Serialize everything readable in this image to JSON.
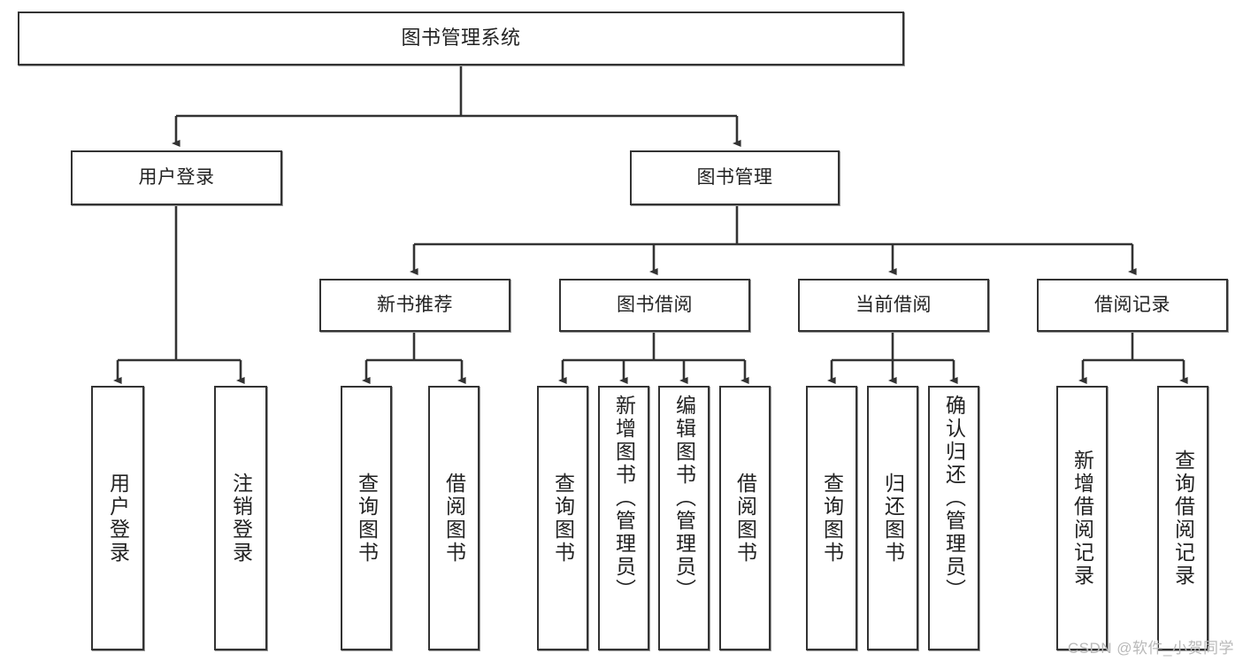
{
  "diagram": {
    "title": "图书管理系统",
    "type": "tree-hierarchy",
    "root": {
      "label": "图书管理系统"
    },
    "level2": [
      {
        "label": "用户登录"
      },
      {
        "label": "图书管理"
      }
    ],
    "level3": [
      {
        "label": "新书推荐"
      },
      {
        "label": "图书借阅"
      },
      {
        "label": "当前借阅"
      },
      {
        "label": "借阅记录"
      }
    ],
    "leaves": {
      "user_login": [
        {
          "label": "用户登录"
        },
        {
          "label": "注销登录"
        }
      ],
      "new_book_recommend": [
        {
          "label": "查询图书"
        },
        {
          "label": "借阅图书"
        }
      ],
      "book_borrow": [
        {
          "label": "查询图书"
        },
        {
          "label": "新增图书（管理员）"
        },
        {
          "label": "编辑图书（管理员）"
        },
        {
          "label": "借阅图书"
        }
      ],
      "current_borrow": [
        {
          "label": "查询图书"
        },
        {
          "label": "归还图书"
        },
        {
          "label": "确认归还（管理员）"
        }
      ],
      "borrow_record": [
        {
          "label": "新增借阅记录"
        },
        {
          "label": "查询借阅记录"
        }
      ]
    }
  },
  "watermark": {
    "text": "CSDN @软件_小贺同学"
  },
  "colors": {
    "box_border": "#333333",
    "box_fill": "#ffffff",
    "line": "#333333",
    "text": "#222222",
    "watermark": "#b9b9b9",
    "background": "#ffffff"
  }
}
